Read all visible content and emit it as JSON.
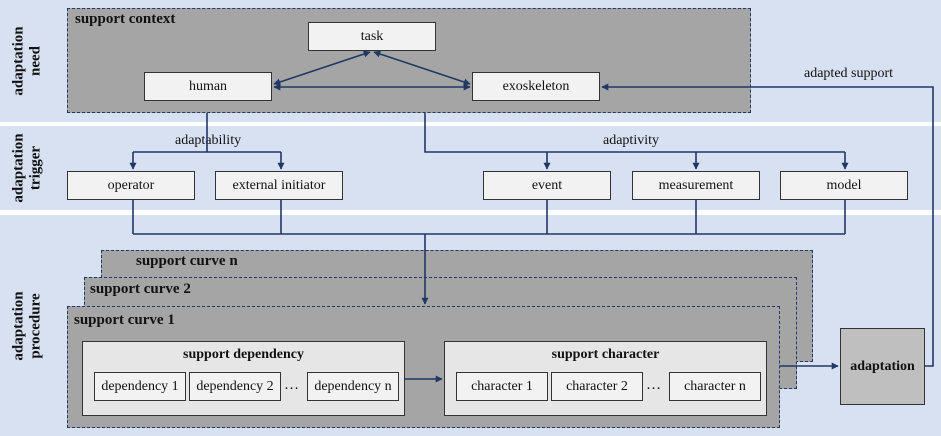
{
  "bands": {
    "need": "adaptation\nneed",
    "trigger": "adaptation\ntrigger",
    "procedure": "adaptation\nprocedure"
  },
  "context": {
    "title": "support context",
    "task": "task",
    "human": "human",
    "exoskeleton": "exoskeleton"
  },
  "labels": {
    "adapted_support": "adapted support",
    "adaptability": "adaptability",
    "adaptivity": "adaptivity"
  },
  "triggers": {
    "operator": "operator",
    "external_initiator": "external initiator",
    "event": "event",
    "measurement": "measurement",
    "model": "model"
  },
  "curves": {
    "n": "support curve n",
    "two": "support curve 2",
    "one": "support curve 1"
  },
  "dependency": {
    "title": "support dependency",
    "items": [
      "dependency 1",
      "dependency 2",
      "dependency n"
    ],
    "ellipsis": "…"
  },
  "character": {
    "title": "support character",
    "items": [
      "character 1",
      "character 2",
      "character n"
    ],
    "ellipsis": "…"
  },
  "adaptation": "adaptation",
  "colors": {
    "band": "#d7e1f2",
    "panel": "#a5a5a5",
    "arrow": "#1f3864"
  }
}
